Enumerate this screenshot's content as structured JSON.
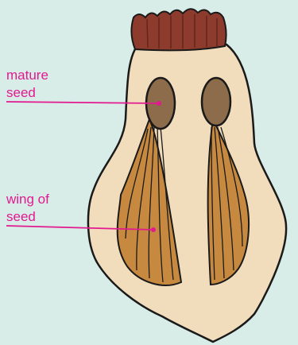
{
  "labels": {
    "mature_seed": [
      "mature",
      "seed"
    ],
    "wing_of_seed": [
      "wing of",
      "seed"
    ]
  },
  "colors": {
    "background": "#d8ece8",
    "cone_body": "#f1ddbc",
    "cap": "#8d3b2c",
    "seed": "#8c6c4b",
    "wing": "#c6893f",
    "outline": "#1a1a1a",
    "label": "#e21a8f"
  }
}
